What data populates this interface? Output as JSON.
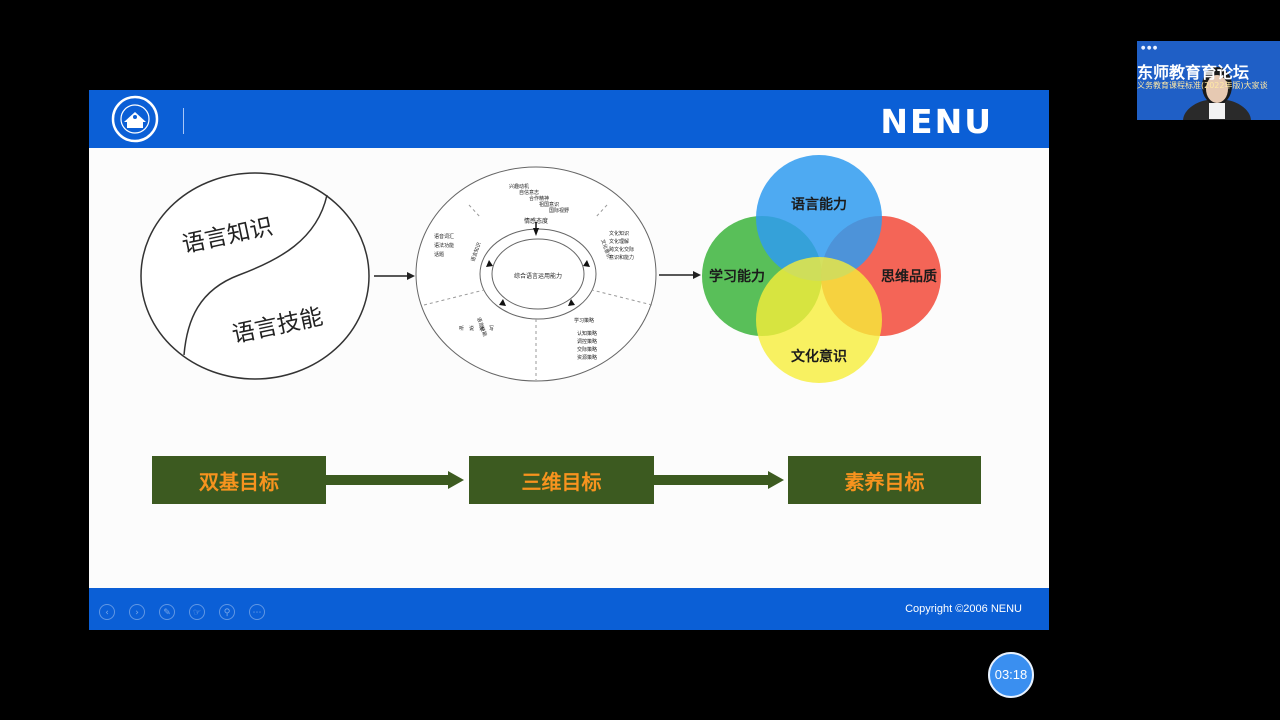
{
  "slide": {
    "brand": "NENU",
    "copyright": "Copyright ©2006   NENU",
    "diagram_left": {
      "top_label": "语言知识",
      "bottom_label": "语言技能"
    },
    "diagram_mid": {
      "center_label": "综合语言运用能力",
      "top_label": "情感态度",
      "top_items": [
        "兴趣动机",
        "自信意志",
        "合作精神",
        "祖国意识",
        "国际视野"
      ],
      "left_label": "语言知识",
      "left_items": [
        "语音词汇",
        "语法功能",
        "话题"
      ],
      "right_label": "文化意识",
      "right_items": [
        "文化知识",
        "文化理解",
        "跨文化交际",
        "意识和能力"
      ],
      "bottom_left_label": "语言技能",
      "bottom_left_items": [
        "听",
        "说",
        "读",
        "写"
      ],
      "bottom_right_label": "学习策略",
      "bottom_right_items": [
        "认知策略",
        "调控策略",
        "交际策略",
        "资源策略"
      ]
    },
    "venn": {
      "top": "语言能力",
      "left": "学习能力",
      "right": "思维品质",
      "bottom": "文化意识",
      "colors": {
        "top": "#2f9bf0",
        "left": "#3cb43c",
        "right": "#f24a3a",
        "bottom": "#f6ee3a"
      }
    },
    "goals": [
      "双基目标",
      "三维目标",
      "素养目标"
    ],
    "footer_controls": [
      "prev-icon",
      "next-icon",
      "pen-icon",
      "pointer-icon",
      "zoom-icon",
      "more-icon"
    ]
  },
  "webcam": {
    "title": "东师教育育论坛",
    "subtitle": "义务教育课程标准(2022年版)大家谈"
  },
  "timer": "03:18"
}
